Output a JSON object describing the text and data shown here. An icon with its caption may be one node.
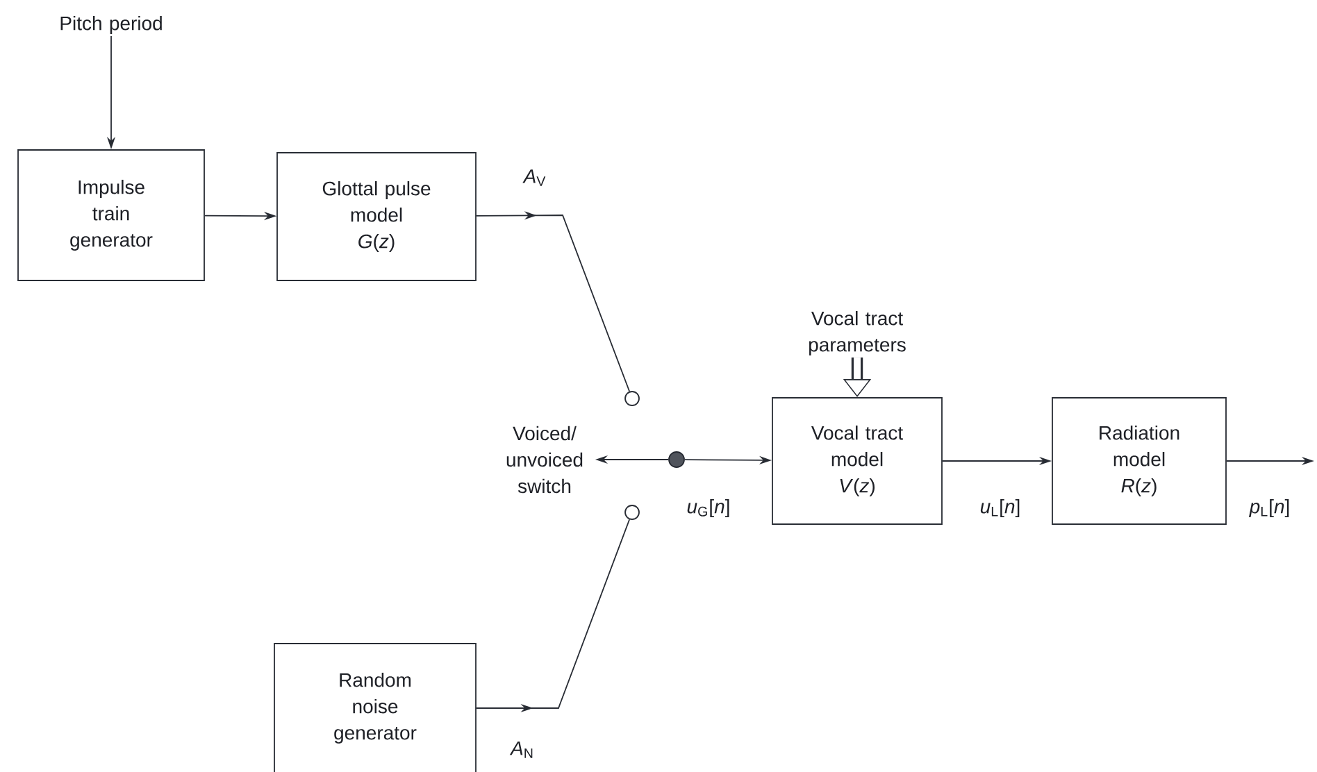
{
  "diagram": {
    "nodes": [
      {
        "text": [
          "Pitch period"
        ]
      },
      {
        "text": [
          "Impulse train generator"
        ]
      },
      {
        "text": [
          "Glottal pulse model",
          "*G*(*z*)"
        ]
      },
      {
        "text": [],
        "shape": "circle"
      },
      {
        "text": [],
        "shape": "circle"
      },
      {
        "text": [],
        "shape": "circle"
      },
      {
        "text": [
          "Voiced/ unvoiced switch"
        ]
      },
      {
        "text": [
          "Vocal tract parameters"
        ]
      },
      {
        "text": [
          "Vocal tract model",
          "*V*(*z*)"
        ]
      },
      {
        "text": [
          "Radiation model",
          "*R*(*z*)"
        ]
      },
      {
        "text": [
          "Random noise generator"
        ]
      }
    ],
    "edges": [
      {
        "from": 0,
        "to": 1,
        "arrow": "to"
      },
      {
        "from": 1,
        "to": 2,
        "arrow": "to"
      },
      {
        "from": 2,
        "to": 3,
        "arrow": "to",
        "label": "*A*$_{V}$"
      },
      {
        "from": 10,
        "to": 4,
        "arrow": "to",
        "label": "*A*$_{N}$"
      },
      {
        "from": 5,
        "to": 6,
        "arrow": "to"
      },
      {
        "from": 5,
        "to": 8,
        "arrow": "to",
        "label": "*u*$_{G}$[*n*]"
      },
      {
        "from": 7,
        "to": 8,
        "arrow": "to",
        "style": "thick"
      },
      {
        "from": 8,
        "to": 9,
        "arrow": "to",
        "label": "*u*$_{L}$[*n*]"
      },
      {
        "from": 9,
        "to": null,
        "arrow": "to",
        "label": "*p*$_{L}$[*n*]"
      }
    ]
  }
}
